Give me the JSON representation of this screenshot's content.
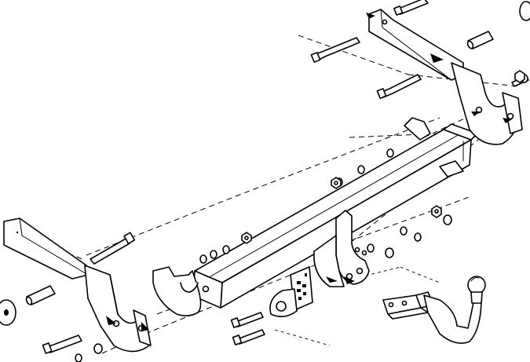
{
  "diagram": {
    "kind": "exploded-assembly",
    "background": "#ffffff",
    "line_color": "#000000",
    "parts": [
      "right-bracket",
      "left-bracket",
      "cross-beam",
      "center-mount-plate",
      "tow-ball-arm",
      "socket-plate",
      "bolts",
      "nuts",
      "washers",
      "spacer-tubes"
    ]
  }
}
